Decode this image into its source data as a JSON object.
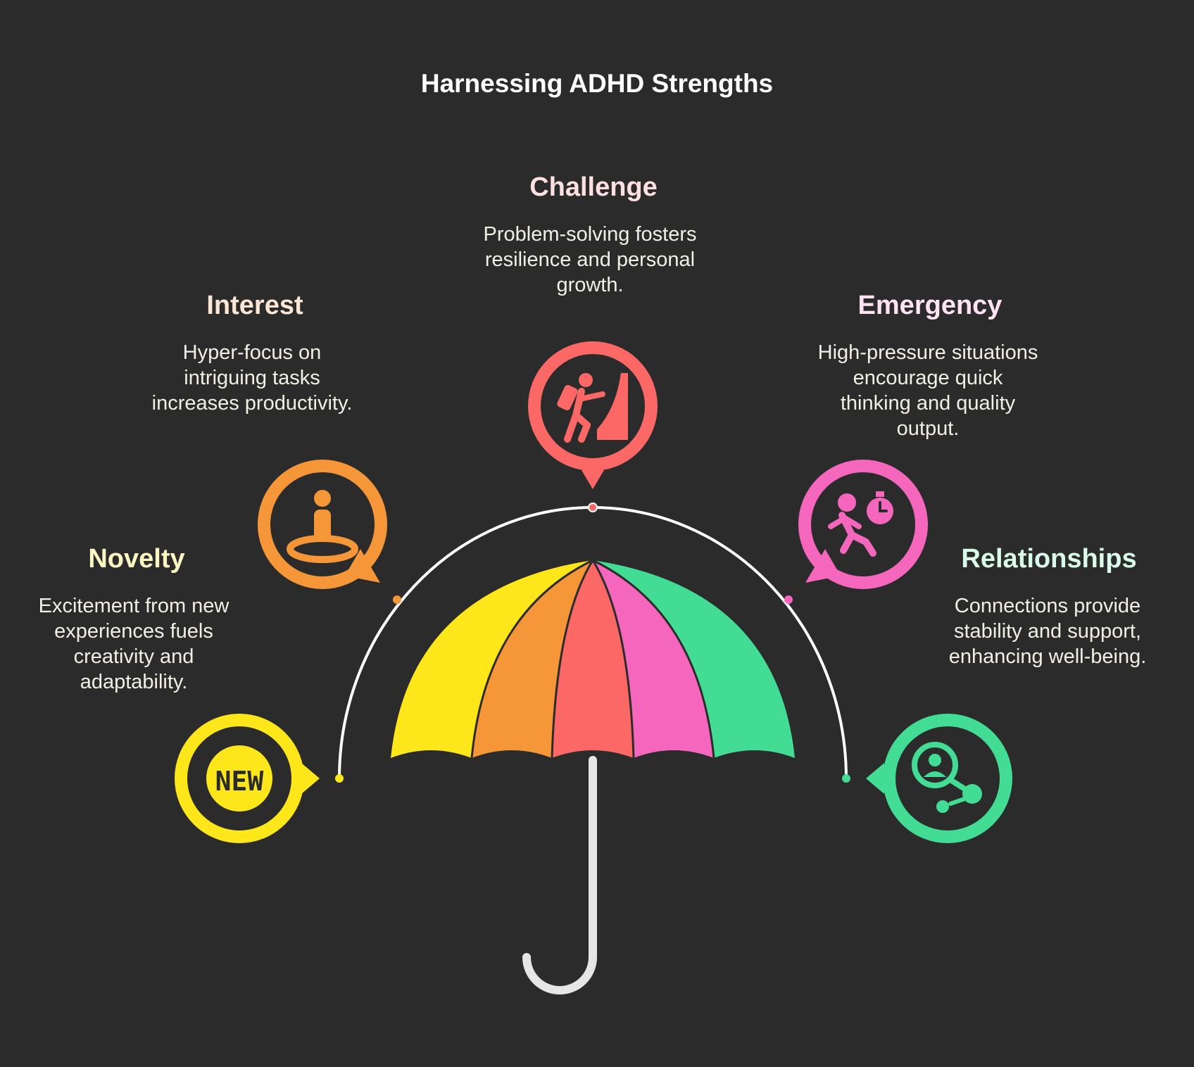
{
  "title": "Harnessing ADHD Strengths",
  "colors": {
    "background": "#2b2b2b",
    "novelty": "#fde619",
    "interest": "#f59638",
    "challenge": "#fc6865",
    "emergency": "#f467bd",
    "relationships": "#43dc95",
    "arc": "#ffffff",
    "handle": "#e6e6e6"
  },
  "items": [
    {
      "id": "novelty",
      "heading": "Novelty",
      "description": "Excitement from new experiences fuels creativity and adaptability.",
      "icon": "new-badge-icon",
      "icon_text": "NEW"
    },
    {
      "id": "interest",
      "heading": "Interest",
      "description": "Hyper-focus on intriguing tasks increases productivity.",
      "icon": "person-target-icon"
    },
    {
      "id": "challenge",
      "heading": "Challenge",
      "description": "Problem-solving fosters resilience and personal growth.",
      "icon": "climber-icon"
    },
    {
      "id": "emergency",
      "heading": "Emergency",
      "description": "High-pressure situations encourage quick thinking and quality output.",
      "icon": "running-stopwatch-icon"
    },
    {
      "id": "relationships",
      "heading": "Relationships",
      "description": "Connections provide stability and support, enhancing well-being.",
      "icon": "network-person-icon"
    }
  ]
}
